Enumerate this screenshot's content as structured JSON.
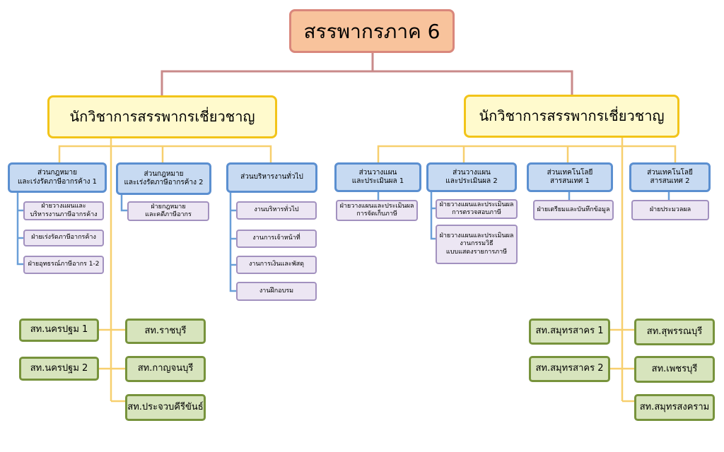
{
  "colors": {
    "top_fill": "#f8c39c",
    "top_border": "#d9877c",
    "level1_fill": "#fffacd",
    "level1_border": "#f2c419",
    "division_fill": "#c7daf2",
    "division_border": "#5b8fd0",
    "unit_fill": "#ece6f3",
    "unit_border": "#a291bf",
    "office_fill": "#d7e4bd",
    "office_border": "#77933c",
    "line_red": "#c98a8a",
    "line_yellow": "#f7cf6e",
    "line_blue": "#6a9fd8"
  },
  "root": {
    "label": "สรรพากรภาค 6"
  },
  "left": {
    "expert": "นักวิชาการสรรพากรเชี่ยวชาญ",
    "div1": {
      "label": "ส่วนกฎหมาย\nและเร่งรัดภาษีอากรค้าง 1",
      "units": [
        "ฝ่ายวางแผนและ\nบริหารงานภาษีอากรค้าง",
        "ฝ่ายเร่งรัดภาษีอากรค้าง",
        "ฝ่ายอุทธรณ์ภาษีอากร 1-2"
      ]
    },
    "div2": {
      "label": "ส่วนกฎหมาย\nและเร่งรัดภาษีอากรค้าง 2",
      "units": [
        "ฝ่ายกฎหมาย\nและคดีภาษีอากร"
      ]
    },
    "div3": {
      "label": "ส่วนบริหารงานทั่วไป",
      "units": [
        "งานบริหารทั่วไป",
        "งานการเจ้าหน้าที่",
        "งานการเงินและพัสดุ",
        "งานฝึกอบรม"
      ]
    },
    "offices": [
      "สท.นครปฐม 1",
      "สท.นครปฐม 2",
      "สท.ราชบุรี",
      "สท.กาญจนบุรี",
      "สท.ประจวบคีรีขันธ์"
    ]
  },
  "right": {
    "expert": "นักวิชาการสรรพากรเชี่ยวชาญ",
    "div1": {
      "label": "ส่วนวางแผน\nและประเมินผล 1",
      "units": [
        "ฝ่ายวางแผนและประเมินผล\nการจัดเก็บภาษี"
      ]
    },
    "div2": {
      "label": "ส่วนวางแผน\nและประเมินผล 2",
      "units": [
        "ฝ่ายวางแผนและประเมินผล\nการตรวจสอบภาษี",
        "ฝ่ายวางแผนและประเมินผล\nงานกรรมวิธี\nแบบแสดงรายการภาษี"
      ]
    },
    "div3": {
      "label": "ส่วนเทคโนโลยี\nสารสนเทศ 1",
      "units": [
        "ฝ่ายเตรียมและบันทึกข้อมูล"
      ]
    },
    "div4": {
      "label": "ส่วนเทคโนโลยี\nสารสนเทศ 2",
      "units": [
        "ฝ่ายประมวลผล"
      ]
    },
    "offices": [
      "สท.สมุทรสาคร 1",
      "สท.สมุทรสาคร 2",
      "สท.สุพรรณบุรี",
      "สท.เพชรบุรี",
      "สท.สมุทรสงคราม"
    ]
  }
}
